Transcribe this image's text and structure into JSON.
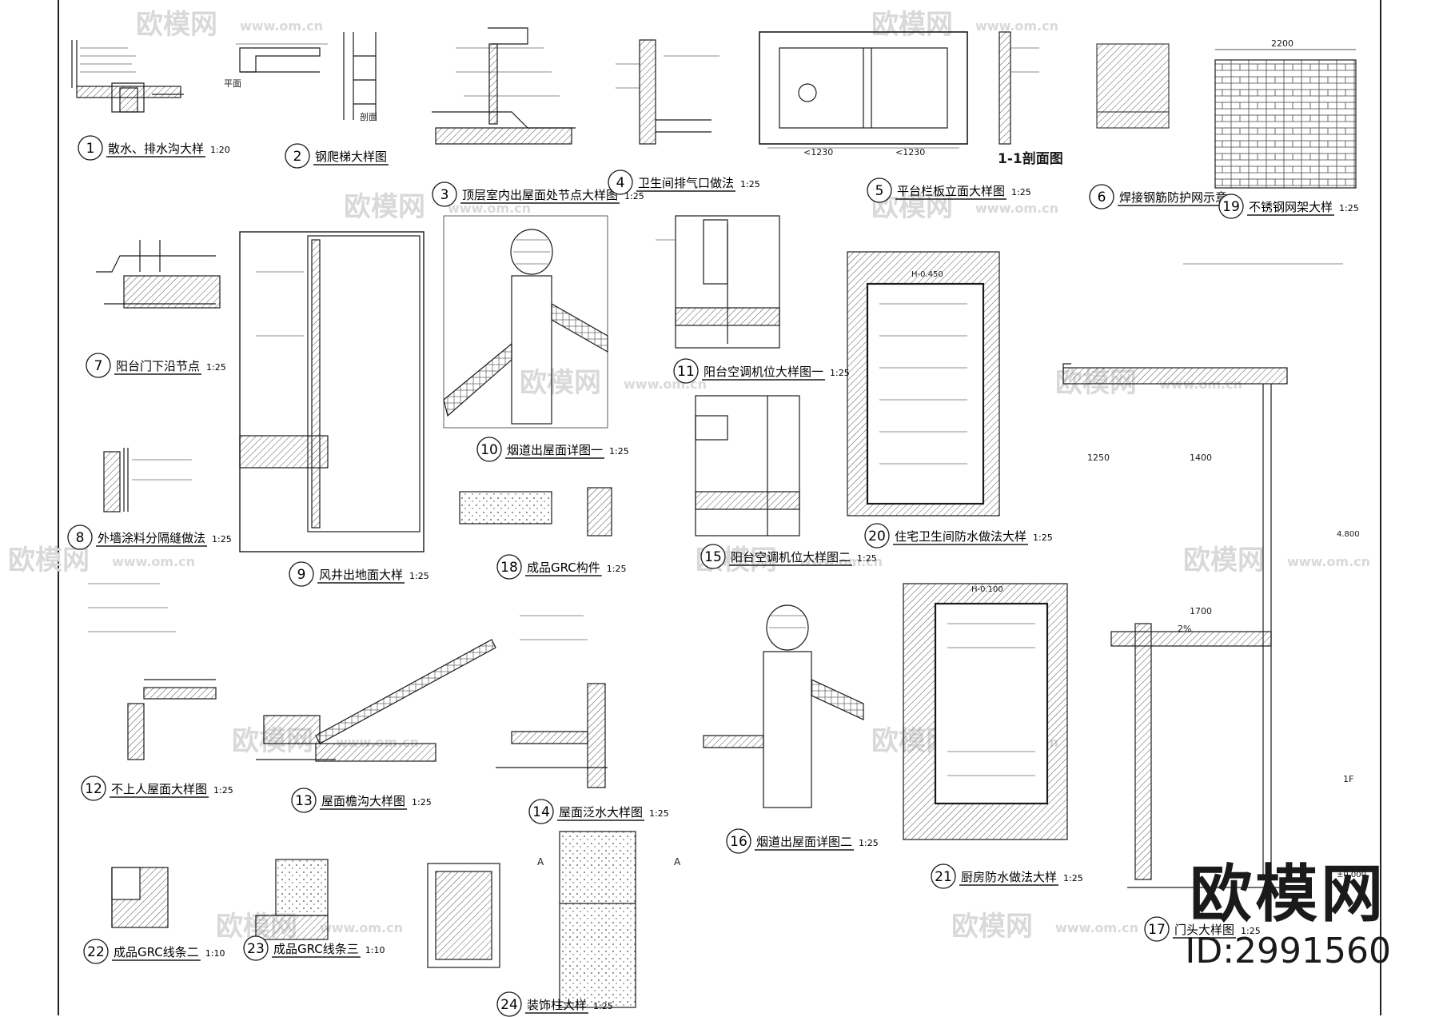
{
  "details": [
    {
      "num": "1",
      "title": "散水、排水沟大样",
      "scale": "1:20"
    },
    {
      "num": "2",
      "title": "钢爬梯大样图",
      "scale": ""
    },
    {
      "num": "3",
      "title": "顶层室内出屋面处节点大样图",
      "scale": "1:25"
    },
    {
      "num": "4",
      "title": "卫生间排气口做法",
      "scale": "1:25"
    },
    {
      "num": "5",
      "title": "平台栏板立面大样图",
      "scale": "1:25"
    },
    {
      "num": "6",
      "title": "焊接钢筋防护网示意",
      "scale": ""
    },
    {
      "num": "7",
      "title": "阳台门下沿节点",
      "scale": "1:25"
    },
    {
      "num": "8",
      "title": "外墙涂料分隔缝做法",
      "scale": "1:25"
    },
    {
      "num": "9",
      "title": "风井出地面大样",
      "scale": "1:25"
    },
    {
      "num": "10",
      "title": "烟道出屋面详图一",
      "scale": "1:25"
    },
    {
      "num": "11",
      "title": "阳台空调机位大样图一",
      "scale": "1:25"
    },
    {
      "num": "12",
      "title": "不上人屋面大样图",
      "scale": "1:25"
    },
    {
      "num": "13",
      "title": "屋面檐沟大样图",
      "scale": "1:25"
    },
    {
      "num": "14",
      "title": "屋面泛水大样图",
      "scale": "1:25"
    },
    {
      "num": "15",
      "title": "阳台空调机位大样图二",
      "scale": "1:25"
    },
    {
      "num": "16",
      "title": "烟道出屋面详图二",
      "scale": "1:25"
    },
    {
      "num": "17",
      "title": "门头大样图",
      "scale": "1:25"
    },
    {
      "num": "18",
      "title": "成品GRC构件",
      "scale": "1:25"
    },
    {
      "num": "19",
      "title": "不锈钢网架大样",
      "scale": "1:25"
    },
    {
      "num": "20",
      "title": "住宅卫生间防水做法大样",
      "scale": "1:25"
    },
    {
      "num": "21",
      "title": "厨房防水做法大样",
      "scale": "1:25"
    },
    {
      "num": "22",
      "title": "成品GRC线条二",
      "scale": "1:10"
    },
    {
      "num": "23",
      "title": "成品GRC线条三",
      "scale": "1:10"
    },
    {
      "num": "24",
      "title": "装饰柱大样",
      "scale": "1:25"
    }
  ],
  "labels": {
    "section_1_1": "1-1剖面图",
    "dim_2200": "2200",
    "dim_1400": "1400",
    "dim_1700": "1700",
    "dim_1250": "1250",
    "dim_1230a": "<1230",
    "dim_1230b": "<1230",
    "elev_4800": "4.800",
    "elev_m0450": "H-0.450",
    "elev_m0100": "H-0.100",
    "elev_0000": "±0.000",
    "floor_1f": "1F",
    "slope_2pct": "2%",
    "pingmian": "平面",
    "poumian": "剖面",
    "sec_a": "A"
  },
  "watermark": {
    "text": "欧模网",
    "url": "www.om.cn"
  },
  "brand": {
    "name": "欧模网",
    "id": "ID:2991560"
  },
  "colors": {
    "line": "#1a1a1a",
    "hatch": "#555555",
    "watermark": "#d9d9d9",
    "background": "#ffffff"
  }
}
